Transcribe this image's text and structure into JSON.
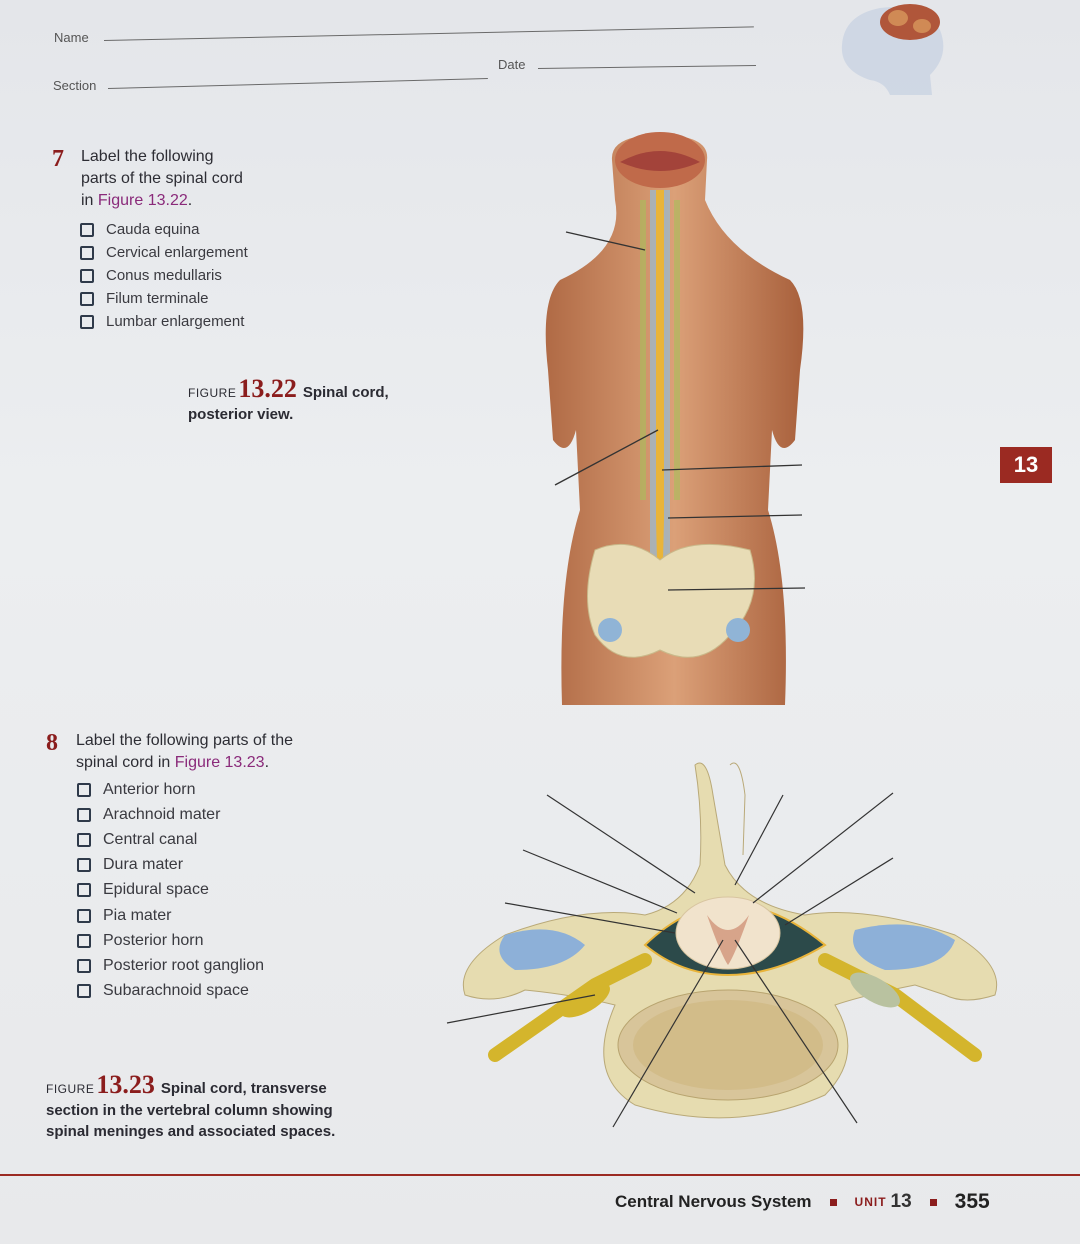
{
  "header": {
    "name_label": "Name",
    "date_label": "Date",
    "section_label": "Section"
  },
  "q7": {
    "number": "7",
    "prompt": "Label the following parts of the spinal cord in",
    "figure_ref": "Figure 13.22",
    "prompt_end": ".",
    "items": [
      "Cauda equina",
      "Cervical enlargement",
      "Conus medullaris",
      "Filum terminale",
      "Lumbar enlargement"
    ]
  },
  "fig22": {
    "figure_word": "FIGURE",
    "number": "13.22",
    "caption": "Spinal cord, posterior view."
  },
  "tab": {
    "label": "13"
  },
  "q8": {
    "number": "8",
    "prompt": "Label the following parts of the spinal cord in",
    "figure_ref": "Figure 13.23",
    "prompt_end": ".",
    "items": [
      "Anterior horn",
      "Arachnoid mater",
      "Central canal",
      "Dura mater",
      "Epidural space",
      "Pia mater",
      "Posterior horn",
      "Posterior root ganglion",
      "Subarachnoid space"
    ]
  },
  "fig23": {
    "figure_word": "FIGURE",
    "number": "13.23",
    "caption": "Spinal cord, transverse section in the vertebral column showing spinal meninges and associated spaces."
  },
  "footer": {
    "chapter": "Central Nervous System",
    "unit_label": "UNIT",
    "unit_number": "13",
    "page_number": "355"
  },
  "colors": {
    "accent": "#9b2a22",
    "figure_ref": "#8a2a7a"
  }
}
